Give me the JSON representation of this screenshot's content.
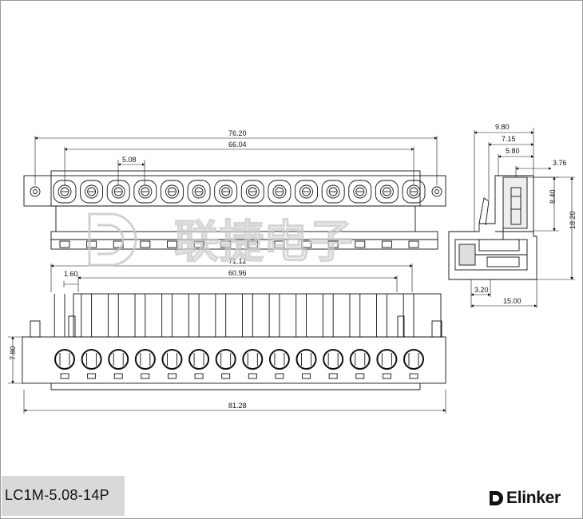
{
  "model": "LC1M-5.08-14P",
  "brand": {
    "name": "Elinker",
    "logo_icon": "elinker-logo-icon"
  },
  "watermark": {
    "text": "联捷电子",
    "icon": "elinker-watermark-icon"
  },
  "colors": {
    "line": "#111111",
    "frame": "#9a9a9a",
    "label_bg": "#d9d9d9",
    "watermark": "#c8c8c8"
  },
  "top_view": {
    "dims": {
      "overall": "76.20",
      "pitch_span": "66.04",
      "pitch": "5.08"
    }
  },
  "front_view": {
    "dims": {
      "span_outer": "71.12",
      "span_inner": "60.96",
      "offset": "1.60",
      "width": "81.28",
      "height": "7.80"
    }
  },
  "side_view": {
    "dims": {
      "d1": "9.80",
      "d2": "7.15",
      "d3": "5.80",
      "d4": "3.76",
      "d5": "8.40",
      "d6": "18.20",
      "d7": "3.20",
      "d8": "15.00"
    }
  },
  "pin_count": 14
}
